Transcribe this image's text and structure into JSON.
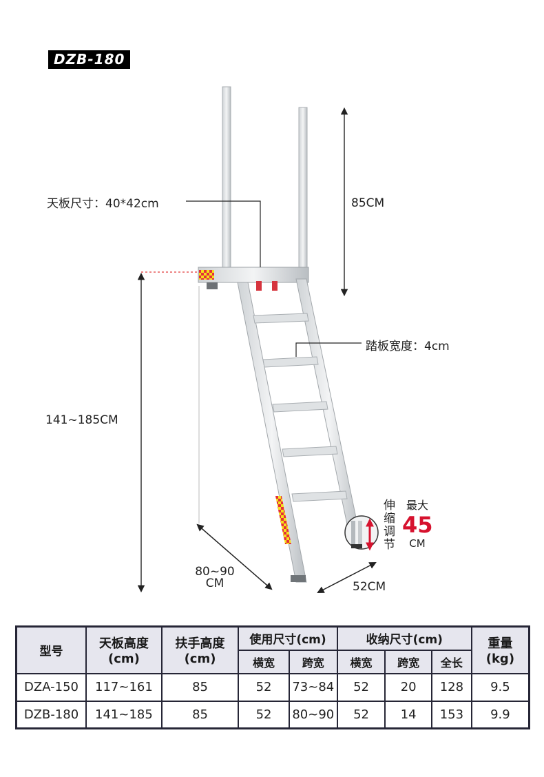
{
  "header": {
    "model_badge": "DZB-180"
  },
  "annotations": {
    "platform_size": "天板尺寸：40*42cm",
    "handrail_height": "85CM",
    "step_width": "踏板宽度：4cm",
    "platform_height": "141~185CM",
    "span_width": "80~90\nCM",
    "span_width_line1": "80~90",
    "span_width_line2": "CM",
    "base_width": "52CM",
    "telescopic_label": "伸缩调节",
    "max_label": "最大",
    "max_value": "45",
    "max_unit": "CM"
  },
  "colors": {
    "accent_red": "#d6122e",
    "table_border": "#262636",
    "table_header_bg": "#e6e6ee",
    "badge_bg": "#000000"
  },
  "table": {
    "headers": {
      "model": "型号",
      "platform_height": "天板高度",
      "platform_height_unit": "(cm)",
      "handrail_height": "扶手高度",
      "handrail_height_unit": "(cm)",
      "use_size": "使用尺寸(cm)",
      "storage_size": "收纳尺寸(cm)",
      "weight": "重量",
      "weight_unit": "(kg)",
      "use_width": "横宽",
      "use_span": "跨宽",
      "storage_width": "横宽",
      "storage_span": "跨宽",
      "storage_length": "全长"
    },
    "rows": [
      {
        "model": "DZA-150",
        "platform_height": "117~161",
        "handrail_height": "85",
        "use_width": "52",
        "use_span": "73~84",
        "storage_width": "52",
        "storage_span": "20",
        "storage_length": "128",
        "weight": "9.5"
      },
      {
        "model": "DZB-180",
        "platform_height": "141~185",
        "handrail_height": "85",
        "use_width": "52",
        "use_span": "80~90",
        "storage_width": "52",
        "storage_span": "14",
        "storage_length": "153",
        "weight": "9.9"
      }
    ]
  }
}
